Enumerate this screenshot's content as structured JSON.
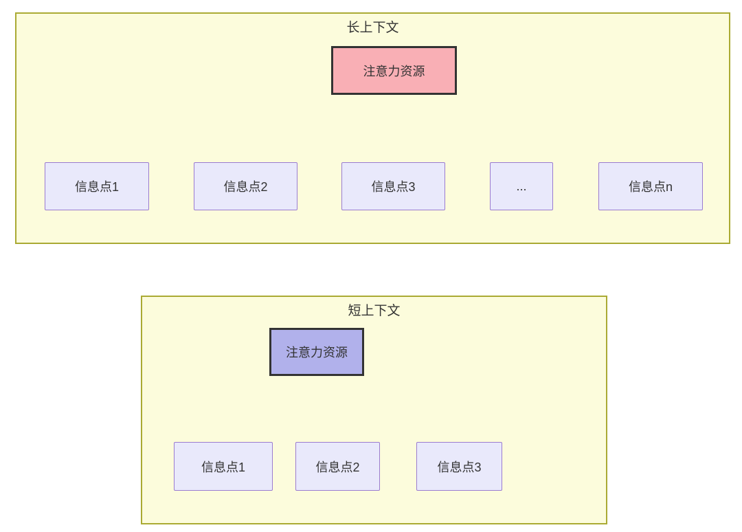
{
  "diagram": {
    "type": "flowchart-comparison",
    "panels": [
      {
        "id": "long-context",
        "title": "长上下文",
        "root": {
          "label": "注意力资源"
        },
        "children": [
          {
            "label": "信息点1"
          },
          {
            "label": "信息点2"
          },
          {
            "label": "信息点3"
          },
          {
            "label": "..."
          },
          {
            "label": "信息点n"
          }
        ],
        "edges": [
          {
            "from": "注意力资源",
            "to": "信息点1"
          },
          {
            "from": "注意力资源",
            "to": "信息点2"
          },
          {
            "from": "注意力资源",
            "to": "信息点3"
          },
          {
            "from": "注意力资源",
            "to": "..."
          },
          {
            "from": "注意力资源",
            "to": "信息点n"
          }
        ]
      },
      {
        "id": "short-context",
        "title": "短上下文",
        "root": {
          "label": "注意力资源"
        },
        "children": [
          {
            "label": "信息点1"
          },
          {
            "label": "信息点2"
          },
          {
            "label": "信息点3"
          }
        ],
        "edges": [
          {
            "from": "注意力资源",
            "to": "信息点1"
          },
          {
            "from": "注意力资源",
            "to": "信息点2"
          },
          {
            "from": "注意力资源",
            "to": "信息点3"
          }
        ]
      }
    ],
    "colors": {
      "page_bg": "#ffffff",
      "panel_bg": "#fcfcdc",
      "panel_border": "#aaaa33",
      "long_root_fill": "#f9afb5",
      "short_root_fill": "#b1b1eb",
      "root_border": "#333333",
      "child_fill": "#e9e9fb",
      "child_border": "#9a7bd0",
      "edge": "#333333",
      "text": "#333333"
    }
  }
}
